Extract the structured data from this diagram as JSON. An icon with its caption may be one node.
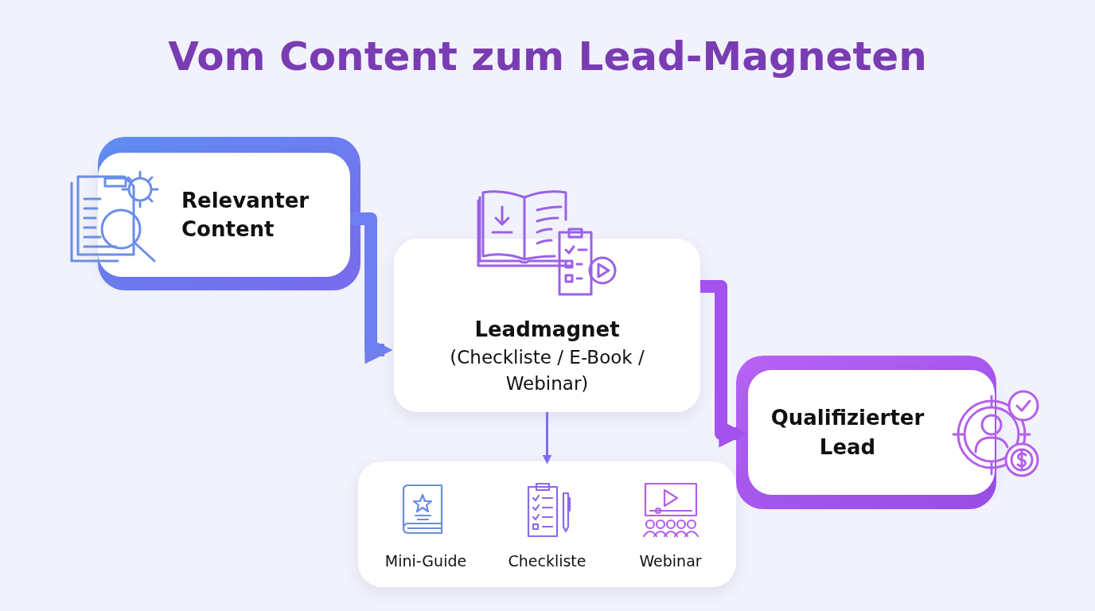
{
  "diagram": {
    "title": "Vom Content zum Lead-Magneten",
    "nodes": [
      {
        "text": [
          "Relevanter Content"
        ]
      },
      {
        "text": [
          "Leadmagnet",
          "(Checkliste / E-Book / Webinar)"
        ]
      },
      {
        "text": [
          "Qualifizierter Lead"
        ]
      },
      {
        "text": [],
        "shape": "box"
      },
      {
        "text": [
          "Mini-Guide"
        ],
        "in": 3
      },
      {
        "text": [
          "Checkliste"
        ],
        "in": 3
      },
      {
        "text": [
          "Webinar"
        ],
        "in": 3
      }
    ],
    "edges": [
      {
        "from": 0,
        "to": 1,
        "arrow": "to",
        "color": "#6f7ff0"
      },
      {
        "from": 1,
        "to": 2,
        "arrow": "to",
        "color": "#a352ee"
      },
      {
        "from": 1,
        "to": 3,
        "arrow": "to"
      }
    ]
  }
}
